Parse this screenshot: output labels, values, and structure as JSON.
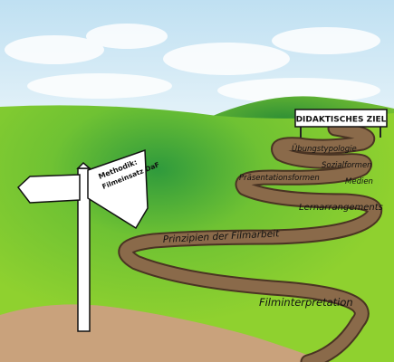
{
  "goal_sign": {
    "text": "DIDAKTISCHES ZIEL"
  },
  "signpost": {
    "arrow_text_line1": "Methodik:",
    "arrow_text_line2": "Filmeinsatz DaF"
  },
  "path_labels": {
    "uebungstypologie": "Übungstypologie",
    "sozialformen": "Sozialformen",
    "praesentationsformen": "Präsentationsformen",
    "medien": "Medien",
    "lernarrangements": "Lernarrangements",
    "prinzipien": "Prinzipien der Filmarbeit",
    "filminterpretation": "Filminterpretation"
  },
  "colors": {
    "sky": "#cfe6f2",
    "grass": "#8fd12f",
    "grass_dark": "#2e9a3a",
    "path": "#8a6a4a",
    "path_light": "#c9a07a",
    "sign": "#ffffff"
  }
}
